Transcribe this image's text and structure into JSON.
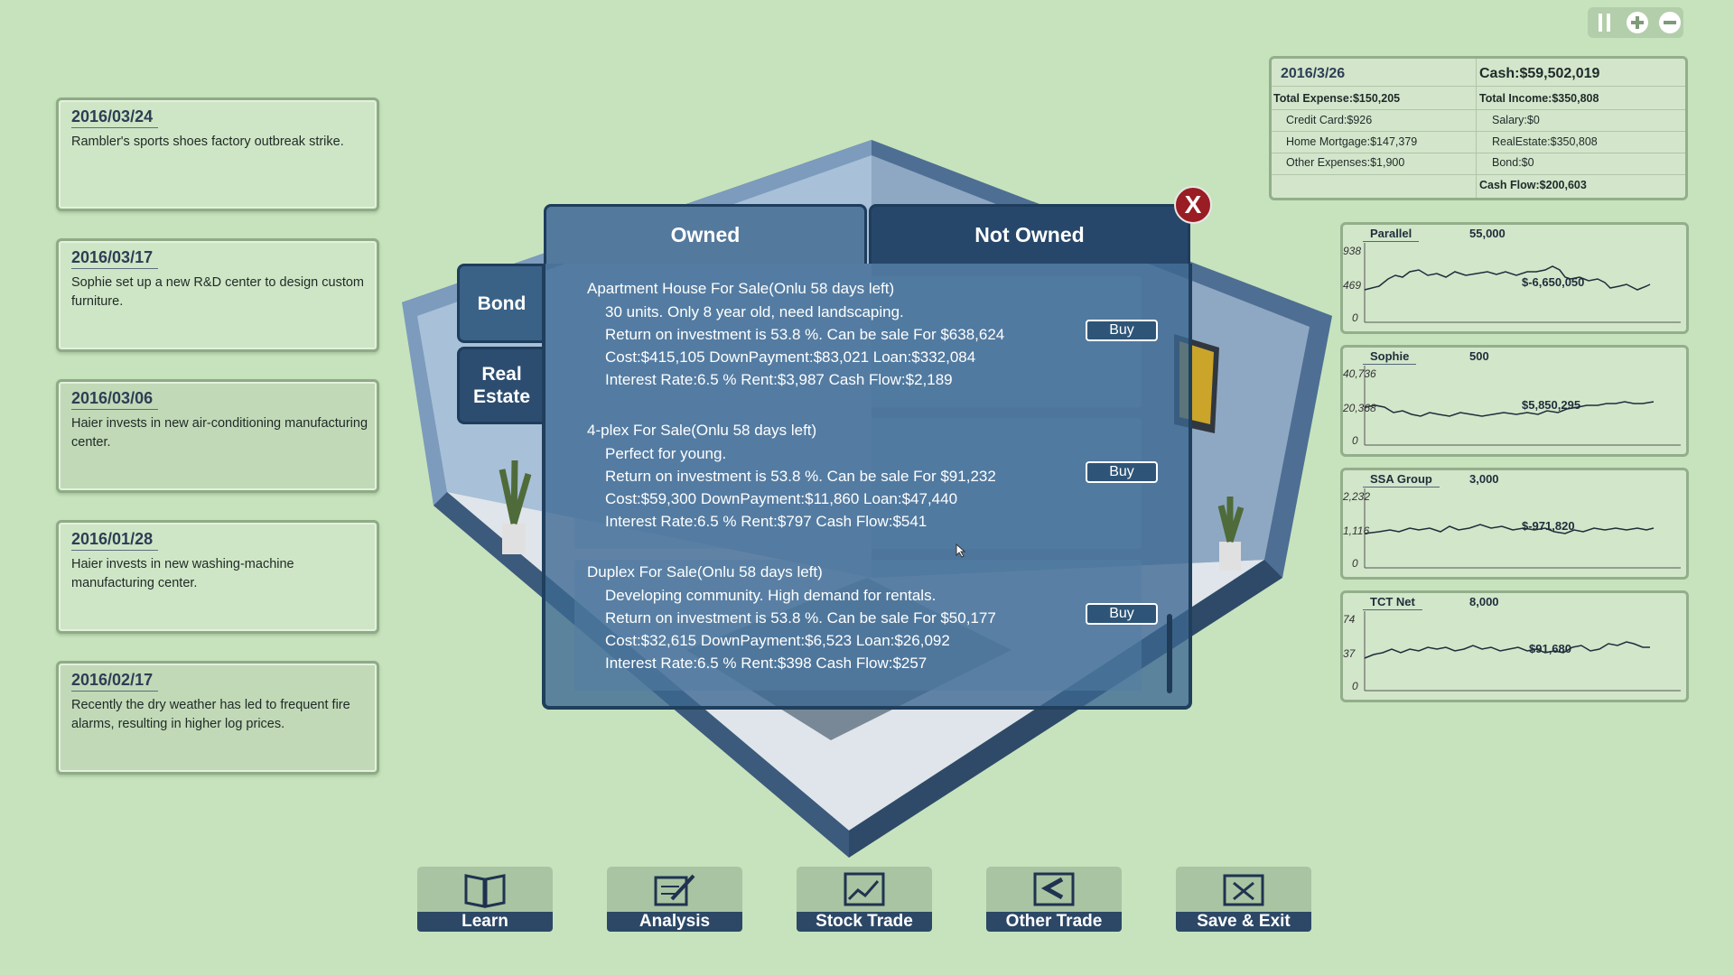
{
  "news": [
    {
      "date": "2016/03/24",
      "text": "Rambler's sports shoes factory outbreak strike."
    },
    {
      "date": "2016/03/17",
      "text": "Sophie set up a new R&D center to design custom furniture."
    },
    {
      "date": "2016/03/06",
      "text": "Haier invests in new air-conditioning manufacturing center."
    },
    {
      "date": "2016/01/28",
      "text": "Haier invests in new washing-machine manufacturing center."
    },
    {
      "date": "2016/02/17",
      "text": "Recently the dry weather has led to frequent fire alarms, resulting in higher log prices."
    }
  ],
  "finance": {
    "date": "2016/3/26",
    "cash": "Cash:$59,502,019",
    "total_expense": "Total Expense:$150,205",
    "total_income": "Total Income:$350,808",
    "credit_card": "Credit Card:$926",
    "salary": "Salary:$0",
    "home_mortgage": "Home Mortgage:$147,379",
    "real_estate": "RealEstate:$350,808",
    "other_expenses": "Other Expenses:$1,900",
    "bond": "Bond:$0",
    "cash_flow": "Cash Flow:$200,603"
  },
  "stocks": [
    {
      "name": "Parallel",
      "price": "55,000",
      "top": "938",
      "mid": "469",
      "bottom": "0",
      "value": "$-6,650,050"
    },
    {
      "name": "Sophie",
      "price": "500",
      "top": "40,736",
      "mid": "20,368",
      "bottom": "0",
      "value": "$5,850,295"
    },
    {
      "name": "SSA Group",
      "price": "3,000",
      "top": "2,232",
      "mid": "1,116",
      "bottom": "0",
      "value": "$-971,820"
    },
    {
      "name": "TCT Net",
      "price": "8,000",
      "top": "74",
      "mid": "37",
      "bottom": "0",
      "value": "$91,680"
    }
  ],
  "modal": {
    "tab_owned": "Owned",
    "tab_not_owned": "Not Owned",
    "side_bond": "Bond",
    "side_real_estate_1": "Real",
    "side_real_estate_2": "Estate",
    "close": "X",
    "buy_label": "Buy",
    "listings": [
      {
        "title": "Apartment House For Sale(Onlu 58 days left)",
        "desc": "30 units. Only 8 year old, need landscaping.",
        "roi": "Return on investment is 53.8 %. Can be sale For $638,624",
        "cost": "Cost:$415,105 DownPayment:$83,021 Loan:$332,084",
        "interest": "Interest Rate:6.5 % Rent:$3,987 Cash Flow:$2,189"
      },
      {
        "title": "4-plex For Sale(Onlu 58 days left)",
        "desc": "Perfect for young.",
        "roi": "Return on investment is 53.8 %. Can be sale For $91,232",
        "cost": "Cost:$59,300 DownPayment:$11,860 Loan:$47,440",
        "interest": "Interest Rate:6.5 % Rent:$797 Cash Flow:$541"
      },
      {
        "title": "Duplex For Sale(Onlu 58 days left)",
        "desc": "Developing community. High demand for rentals.",
        "roi": "Return on investment is 53.8 %. Can be sale For $50,177",
        "cost": "Cost:$32,615 DownPayment:$6,523 Loan:$26,092",
        "interest": "Interest Rate:6.5 % Rent:$398 Cash Flow:$257"
      }
    ]
  },
  "bottom_bar": {
    "learn": "Learn",
    "analysis": "Analysis",
    "stock_trade": "Stock Trade",
    "other_trade": "Other Trade",
    "save_exit": "Save & Exit"
  },
  "icons": {
    "pause": "pause-icon",
    "zoom_in": "plus-icon",
    "zoom_out": "minus-icon",
    "learn": "book-icon",
    "analysis": "notepad-pen-icon",
    "stock_trade": "line-chart-icon",
    "other_trade": "trade-icon",
    "save_exit": "exit-icon"
  },
  "colors": {
    "background": "#c7e3bd",
    "modal_border": "#1f3f5d",
    "close_button": "#9a1d24",
    "bottom_label": "#2c4866"
  }
}
